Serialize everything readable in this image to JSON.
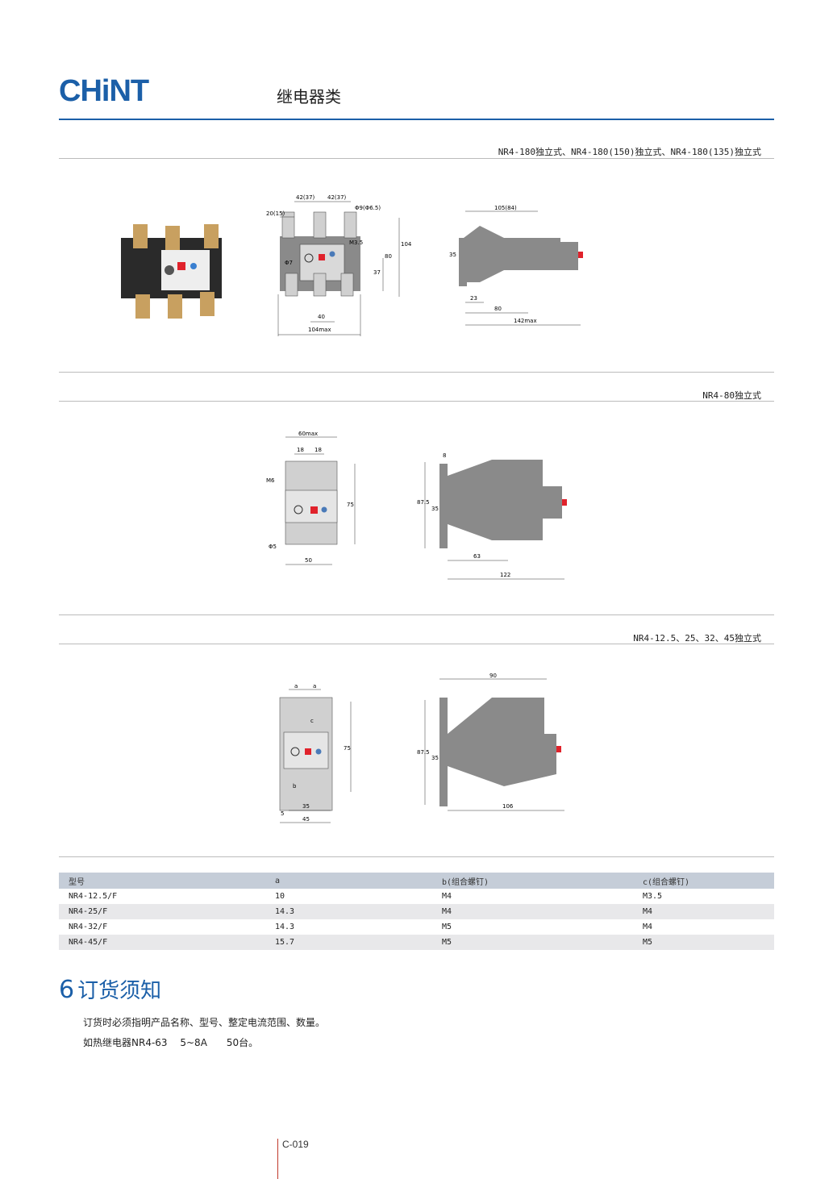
{
  "header": {
    "logo_text": "CHiNT",
    "category": "继电器类"
  },
  "sections": [
    {
      "title": "NR4-180独立式、NR4-180(150)独立式、NR4-180(135)独立式",
      "front_dims": {
        "pitch": "42(37)",
        "pitch2": "42(37)",
        "edge": "20(15)",
        "hole": "Φ9(Φ6.5)",
        "screw": "M3.5",
        "mount": "Φ7",
        "h37": "37",
        "h80": "80",
        "hmax": "104max",
        "w40": "40",
        "wmax": "104max"
      },
      "side_dims": {
        "top": "105(84)",
        "left": "35",
        "d23": "23",
        "d80": "80",
        "dmax": "142max"
      }
    },
    {
      "title": "NR4-80独立式",
      "front_dims": {
        "top": "60max",
        "p1": "18",
        "p2": "18",
        "screw": "M6",
        "h75": "75",
        "hole": "Φ5",
        "w50": "50"
      },
      "side_dims": {
        "d8": "8",
        "h875": "87.5",
        "h35": "35",
        "d63": "63",
        "d122": "122"
      }
    },
    {
      "title": "NR4-12.5、25、32、45独立式",
      "front_dims": {
        "a1": "a",
        "a2": "a",
        "c": "c",
        "b": "b",
        "h75": "75",
        "d35": "35",
        "d45": "45",
        "d5": "5"
      },
      "side_dims": {
        "d90": "90",
        "h875": "87.5",
        "h35": "35",
        "d106": "106"
      }
    }
  ],
  "table": {
    "headers": [
      "型号",
      "a",
      "b(组合螺钉)",
      "c(组合螺钉)"
    ],
    "rows": [
      [
        "NR4-12.5/F",
        "10",
        "M4",
        "M3.5"
      ],
      [
        "NR4-25/F",
        "14.3",
        "M4",
        "M4"
      ],
      [
        "NR4-32/F",
        "14.3",
        "M5",
        "M4"
      ],
      [
        "NR4-45/F",
        "15.7",
        "M5",
        "M5"
      ]
    ]
  },
  "ordering": {
    "number": "6",
    "heading": "订货须知",
    "line1": "订货时必须指明产品名称、型号、整定电流范围、数量。",
    "line2": "如热继电器NR4-63　 5~8A　　50台。"
  },
  "page_number": "C-019",
  "colors": {
    "brand": "#1b5fa8",
    "accent_red": "#e0222b",
    "device_gray": "#8a8a8a"
  }
}
